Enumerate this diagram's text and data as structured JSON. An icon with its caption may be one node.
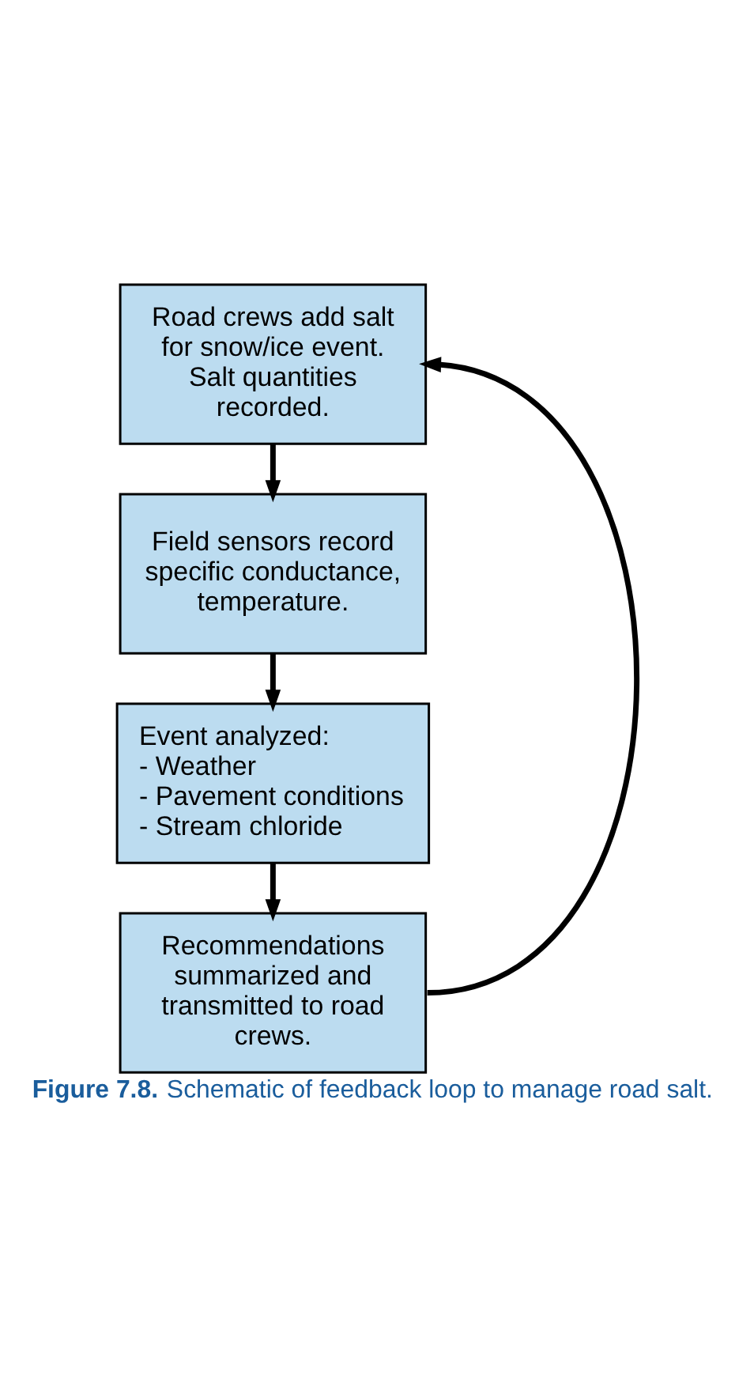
{
  "diagram": {
    "caption": "**Figure 7.8.** Schematic of feedback loop to manage road salt.",
    "nodes": [
      {
        "text": [
          "Road crews add salt for snow/ice event. Salt quantities recorded."
        ]
      },
      {
        "text": [
          "Field sensors record specific conductance, temperature."
        ]
      },
      {
        "text": [
          "Event analyzed:",
          "- Weather",
          "- Pavement conditions",
          "- Stream chloride"
        ]
      },
      {
        "text": [
          "Recommendations summarized and transmitted to road crews."
        ]
      }
    ],
    "edges": [
      {
        "from": 0,
        "to": 1,
        "arrow": "to"
      },
      {
        "from": 1,
        "to": 2,
        "arrow": "to"
      },
      {
        "from": 2,
        "to": 3,
        "arrow": "to"
      },
      {
        "from": 3,
        "to": 0,
        "arrow": "to"
      }
    ]
  }
}
